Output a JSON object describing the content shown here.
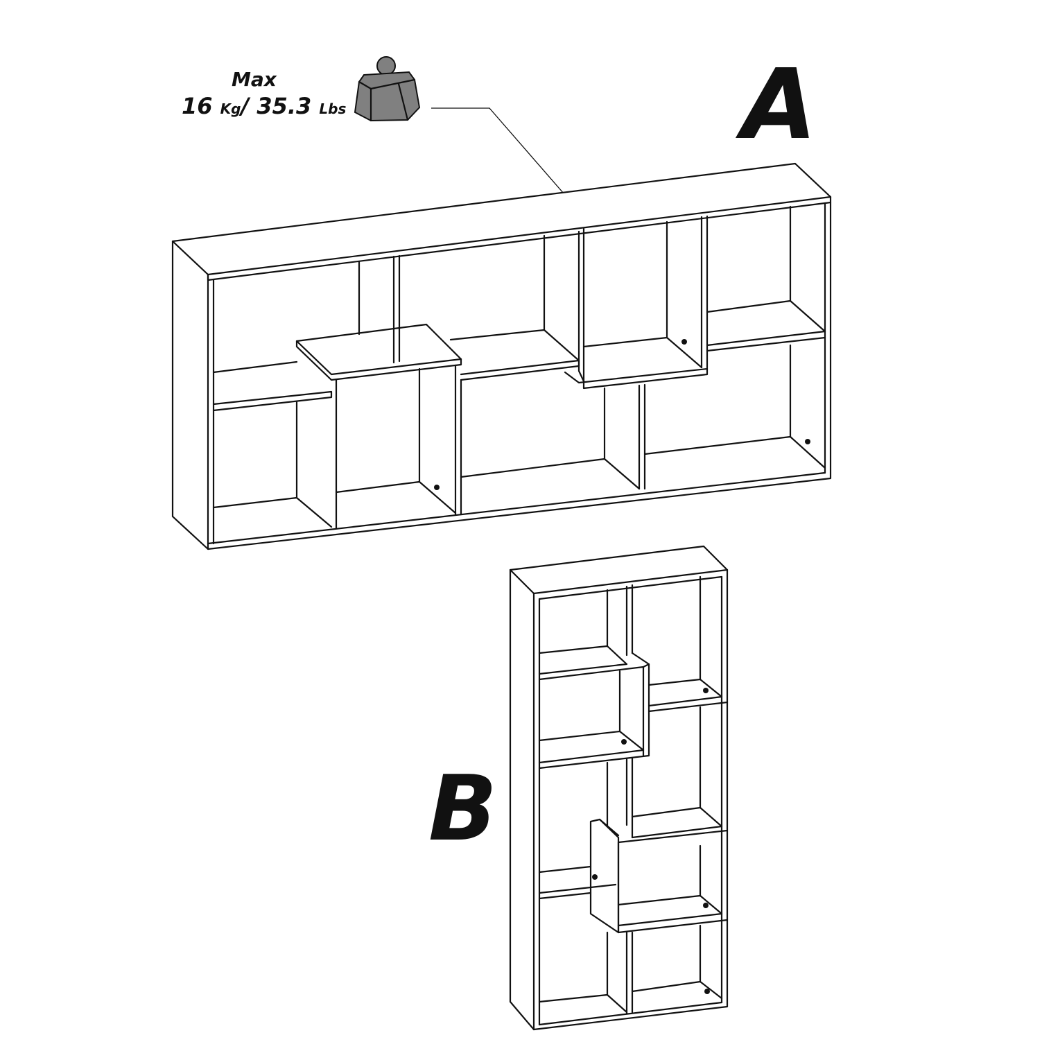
{
  "max_load": {
    "label": "Max",
    "kg_value": "16",
    "kg_unit": "Kg",
    "separator": "/",
    "lbs_value": "35.3",
    "lbs_unit": "Lbs",
    "icon": "weight-icon",
    "icon_color": "#808080"
  },
  "configurations": [
    {
      "label": "A",
      "orientation": "horizontal"
    },
    {
      "label": "B",
      "orientation": "vertical"
    }
  ]
}
